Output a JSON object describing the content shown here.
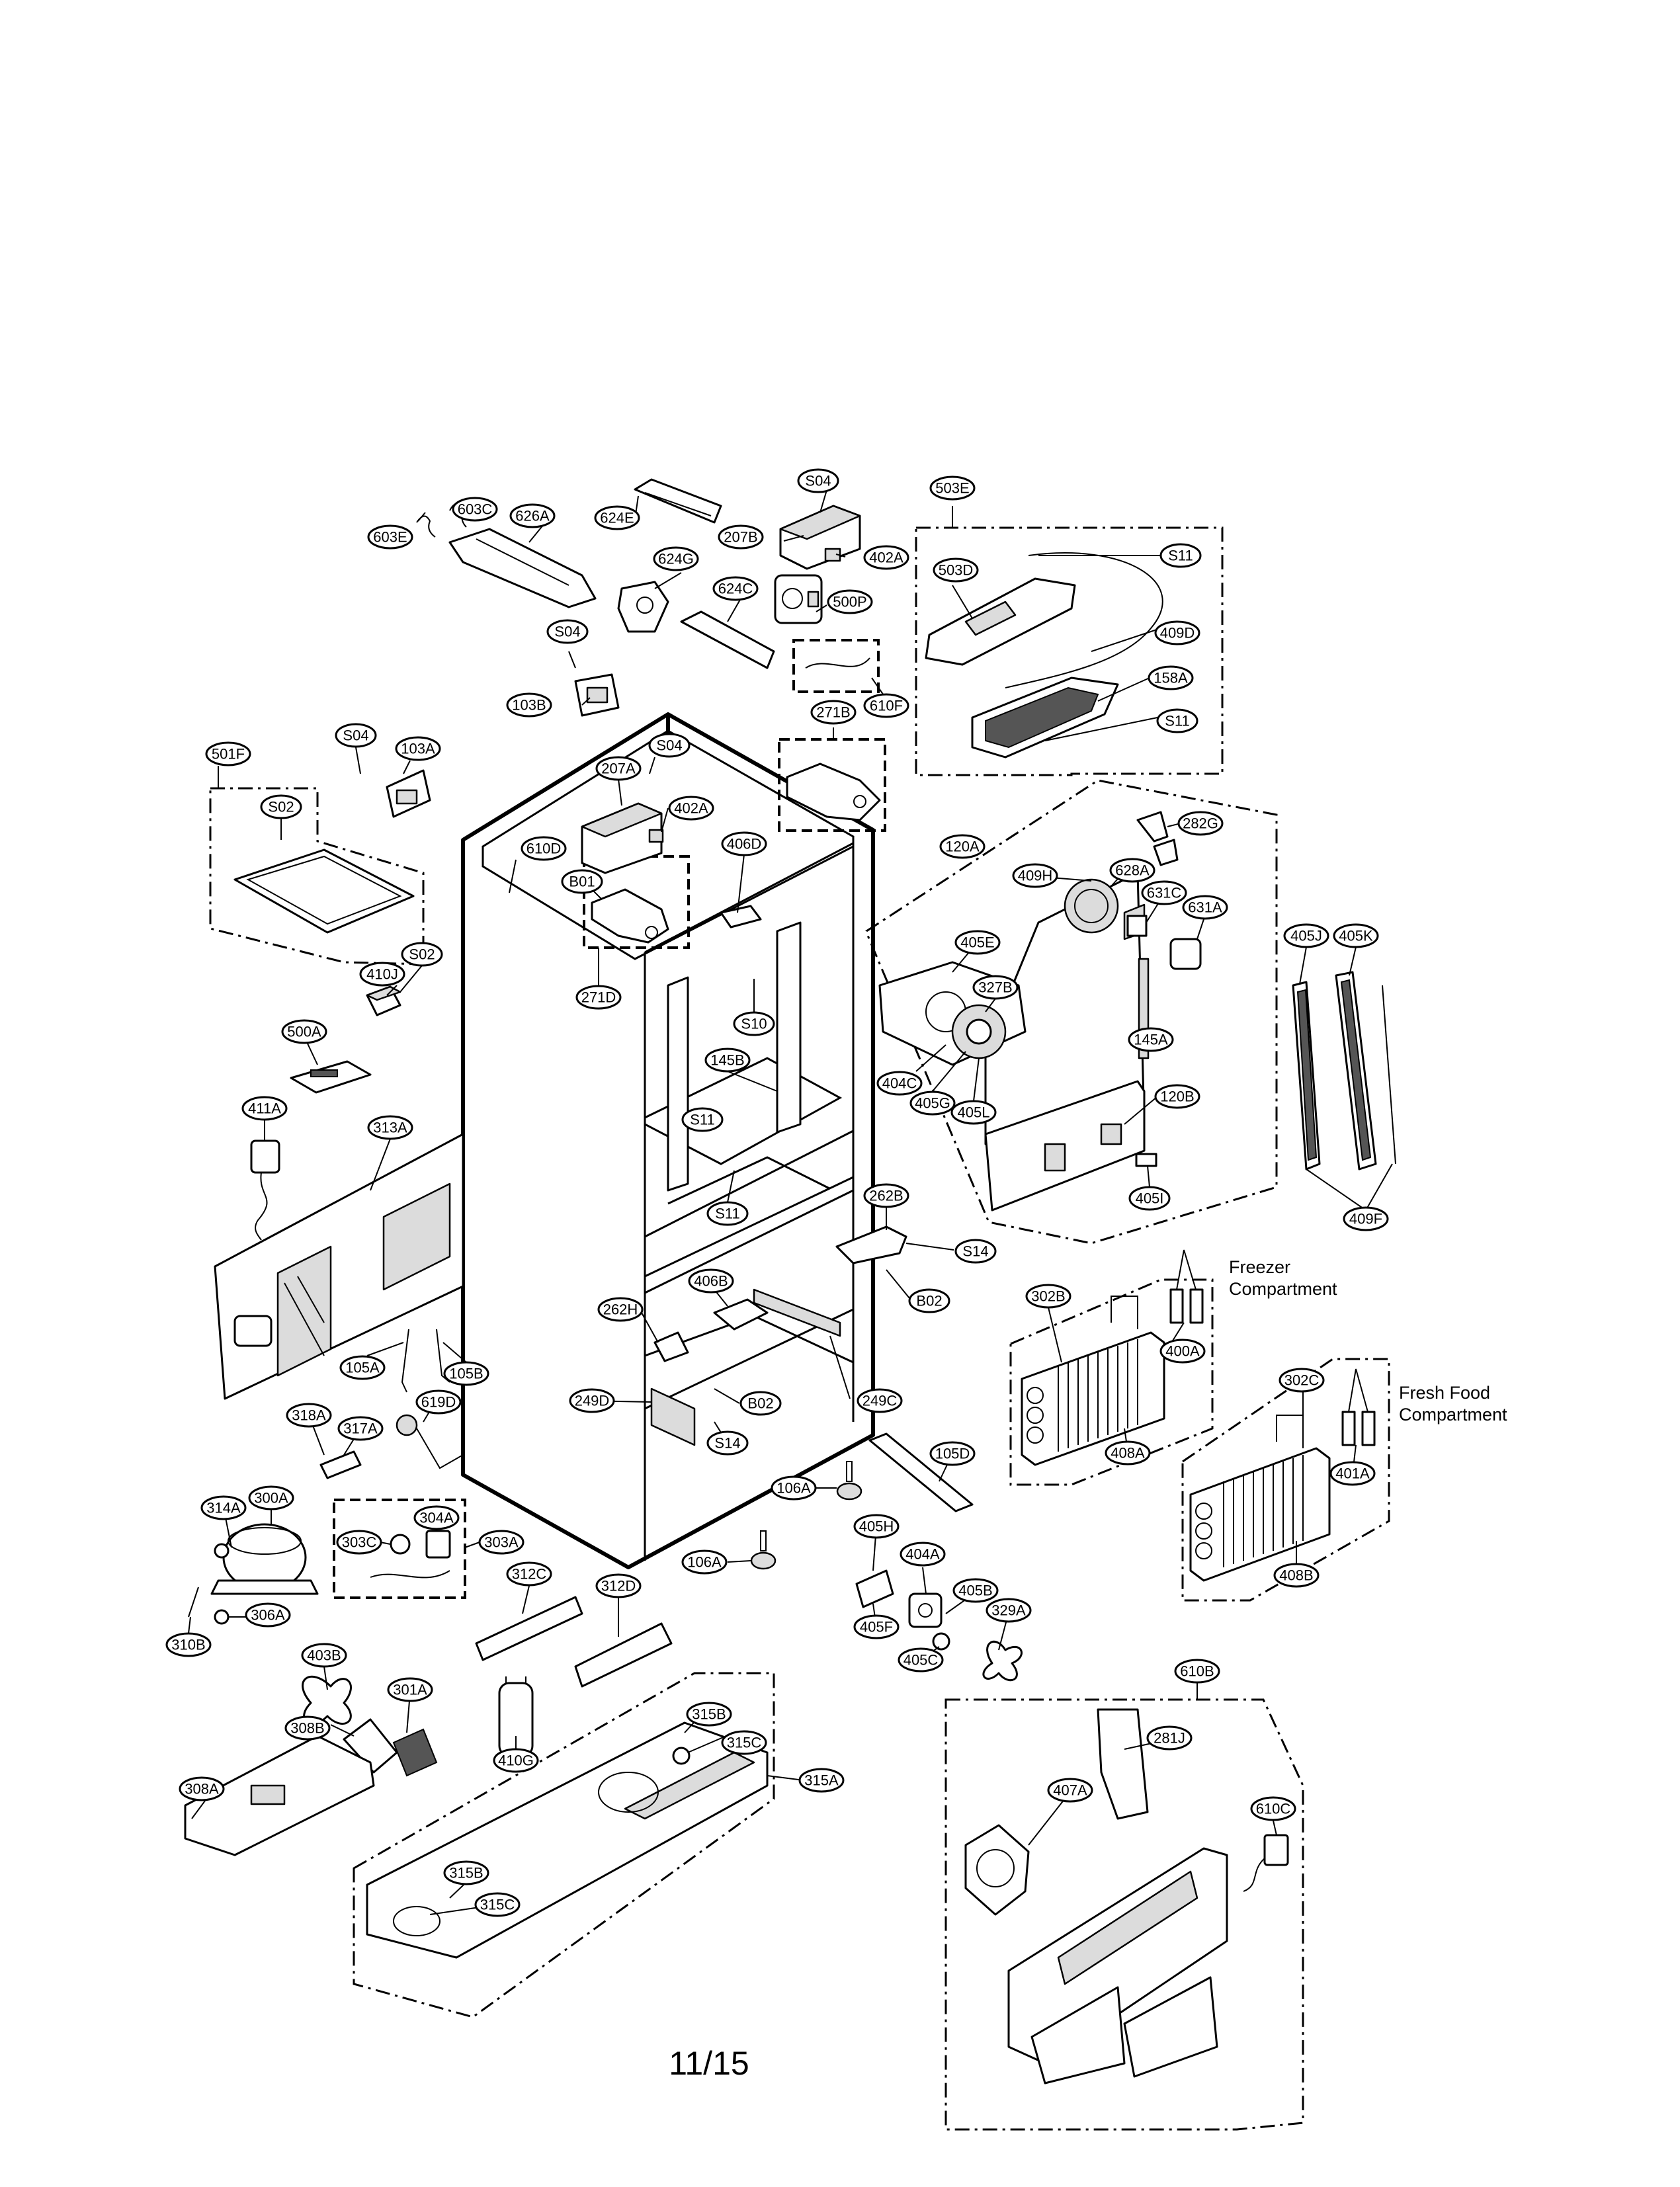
{
  "captions": {
    "freezer_line1": "Freezer",
    "freezer_line2": "Compartment",
    "freshfood_line1": "Fresh Food",
    "freshfood_line2": "Compartment"
  },
  "page_number": "11/15",
  "labels": {
    "l603C": "603C",
    "l603E": "603E",
    "l626A": "626A",
    "l624E": "624E",
    "lS04a": "S04",
    "l207Ba": "207B",
    "l402Aa": "402A",
    "l624G": "624G",
    "l624C": "624C",
    "l500P": "500P",
    "lS04b": "S04",
    "l103B": "103B",
    "l610F": "610F",
    "l503E": "503E",
    "l503D": "503D",
    "lS11a": "S11",
    "l409D": "409D",
    "l158A": "158A",
    "lS11b": "S11",
    "l271B": "271B",
    "lS04c": "S04",
    "l103A": "103A",
    "lS04d": "S04",
    "l207A": "207A",
    "l402Ab": "402A",
    "l501F": "501F",
    "lS02a": "S02",
    "l610D": "610D",
    "lB01": "B01",
    "l406D": "406D",
    "l282G": "282G",
    "l120A": "120A",
    "l409H": "409H",
    "l628A": "628A",
    "l631C": "631C",
    "l631A": "631A",
    "l405J": "405J",
    "l405K": "405K",
    "l271D": "271D",
    "l410J": "410J",
    "lS02b": "S02",
    "lS10": "S10",
    "l405E": "405E",
    "l327B": "327B",
    "l500A": "500A",
    "l145Ba": "145B",
    "l404C": "404C",
    "l405G": "405G",
    "l405L": "405L",
    "l145Ab": "145A",
    "l411A": "411A",
    "lS11c": "S11",
    "l120B": "120B",
    "l313A": "313A",
    "lS11d": "S11",
    "l405I": "405I",
    "l409F": "409F",
    "l262B": "262B",
    "lS14a": "S14",
    "l406B": "406B",
    "lB02a": "B02",
    "l302B": "302B",
    "l262H": "262H",
    "l400A": "400A",
    "l105A": "105A",
    "l105B": "105B",
    "l249D": "249D",
    "lB02b": "B02",
    "l249C": "249C",
    "l302C": "302C",
    "l619D": "619D",
    "l318A": "318A",
    "l317A": "317A",
    "lS14b": "S14",
    "l408A": "408A",
    "l401A": "401A",
    "l105D": "105D",
    "l314A": "314A",
    "l300A": "300A",
    "l106Aa": "106A",
    "l304A": "304A",
    "l303C": "303C",
    "l303A": "303A",
    "l405H": "405H",
    "l106Ab": "106A",
    "l404A": "404A",
    "l312C": "312C",
    "l312D": "312D",
    "l408B": "408B",
    "l306A": "306A",
    "l405B": "405B",
    "l405F": "405F",
    "l329A": "329A",
    "l310B": "310B",
    "l405C": "405C",
    "l403B": "403B",
    "l610B": "610B",
    "l301A": "301A",
    "l308B": "308B",
    "l315B": "315B",
    "l315C": "315C",
    "l281J": "281J",
    "l410G": "410G",
    "l315A": "315A",
    "l308A": "308A",
    "l407A": "407A",
    "l610C": "610C",
    "l315Bb": "315B",
    "l315Cb": "315C"
  }
}
